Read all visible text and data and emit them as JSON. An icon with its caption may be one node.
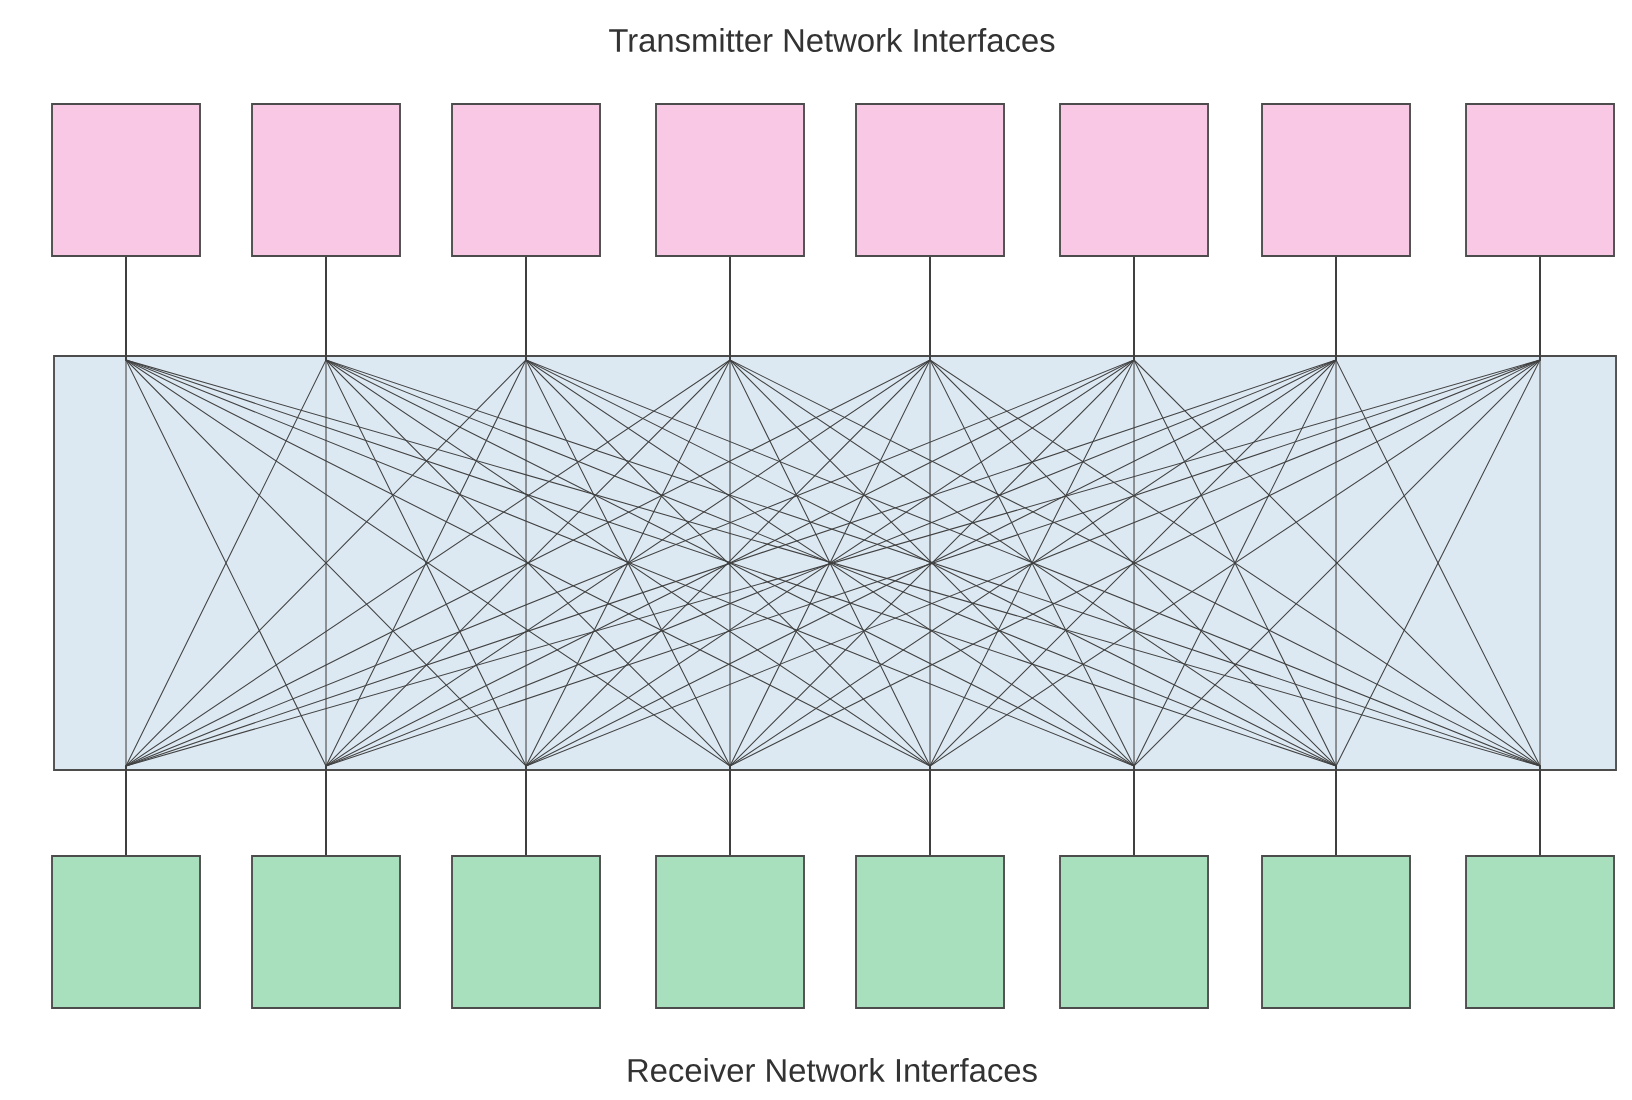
{
  "diagram": {
    "nodes": [
      {
        "text": [],
        "shape": "box"
      },
      {
        "text": [],
        "shape": "box"
      },
      {
        "text": [],
        "shape": "box"
      },
      {
        "text": [],
        "shape": "box"
      },
      {
        "text": [],
        "shape": "box"
      },
      {
        "text": [],
        "shape": "box"
      },
      {
        "text": [],
        "shape": "box"
      },
      {
        "text": [],
        "shape": "box"
      },
      {
        "text": [],
        "shape": "box"
      },
      {
        "text": [],
        "shape": "box"
      },
      {
        "text": [],
        "shape": "box"
      },
      {
        "text": [],
        "shape": "box"
      },
      {
        "text": [],
        "shape": "box"
      },
      {
        "text": [],
        "shape": "box"
      },
      {
        "text": [],
        "shape": "box"
      },
      {
        "text": [],
        "shape": "box"
      }
    ],
    "edges": [
      {
        "from": 0,
        "to": 8,
        "arrow": "none"
      },
      {
        "from": 0,
        "to": 9,
        "arrow": "none"
      },
      {
        "from": 0,
        "to": 10,
        "arrow": "none"
      },
      {
        "from": 0,
        "to": 11,
        "arrow": "none"
      },
      {
        "from": 0,
        "to": 12,
        "arrow": "none"
      },
      {
        "from": 0,
        "to": 13,
        "arrow": "none"
      },
      {
        "from": 0,
        "to": 14,
        "arrow": "none"
      },
      {
        "from": 0,
        "to": 15,
        "arrow": "none"
      },
      {
        "from": 1,
        "to": 8,
        "arrow": "none"
      },
      {
        "from": 1,
        "to": 9,
        "arrow": "none"
      },
      {
        "from": 1,
        "to": 10,
        "arrow": "none"
      },
      {
        "from": 1,
        "to": 11,
        "arrow": "none"
      },
      {
        "from": 1,
        "to": 12,
        "arrow": "none"
      },
      {
        "from": 1,
        "to": 13,
        "arrow": "none"
      },
      {
        "from": 1,
        "to": 14,
        "arrow": "none"
      },
      {
        "from": 1,
        "to": 15,
        "arrow": "none"
      },
      {
        "from": 2,
        "to": 8,
        "arrow": "none"
      },
      {
        "from": 2,
        "to": 9,
        "arrow": "none"
      },
      {
        "from": 2,
        "to": 10,
        "arrow": "none"
      },
      {
        "from": 2,
        "to": 11,
        "arrow": "none"
      },
      {
        "from": 2,
        "to": 12,
        "arrow": "none"
      },
      {
        "from": 2,
        "to": 13,
        "arrow": "none"
      },
      {
        "from": 2,
        "to": 14,
        "arrow": "none"
      },
      {
        "from": 2,
        "to": 15,
        "arrow": "none"
      },
      {
        "from": 3,
        "to": 8,
        "arrow": "none"
      },
      {
        "from": 3,
        "to": 9,
        "arrow": "none"
      },
      {
        "from": 3,
        "to": 10,
        "arrow": "none"
      },
      {
        "from": 3,
        "to": 11,
        "arrow": "none"
      },
      {
        "from": 3,
        "to": 12,
        "arrow": "none"
      },
      {
        "from": 3,
        "to": 13,
        "arrow": "none"
      },
      {
        "from": 3,
        "to": 14,
        "arrow": "none"
      },
      {
        "from": 3,
        "to": 15,
        "arrow": "none"
      },
      {
        "from": 4,
        "to": 8,
        "arrow": "none"
      },
      {
        "from": 4,
        "to": 9,
        "arrow": "none"
      },
      {
        "from": 4,
        "to": 10,
        "arrow": "none"
      },
      {
        "from": 4,
        "to": 11,
        "arrow": "none"
      },
      {
        "from": 4,
        "to": 12,
        "arrow": "none"
      },
      {
        "from": 4,
        "to": 13,
        "arrow": "none"
      },
      {
        "from": 4,
        "to": 14,
        "arrow": "none"
      },
      {
        "from": 4,
        "to": 15,
        "arrow": "none"
      },
      {
        "from": 5,
        "to": 8,
        "arrow": "none"
      },
      {
        "from": 5,
        "to": 9,
        "arrow": "none"
      },
      {
        "from": 5,
        "to": 10,
        "arrow": "none"
      },
      {
        "from": 5,
        "to": 11,
        "arrow": "none"
      },
      {
        "from": 5,
        "to": 12,
        "arrow": "none"
      },
      {
        "from": 5,
        "to": 13,
        "arrow": "none"
      },
      {
        "from": 5,
        "to": 14,
        "arrow": "none"
      },
      {
        "from": 5,
        "to": 15,
        "arrow": "none"
      },
      {
        "from": 6,
        "to": 8,
        "arrow": "none"
      },
      {
        "from": 6,
        "to": 9,
        "arrow": "none"
      },
      {
        "from": 6,
        "to": 10,
        "arrow": "none"
      },
      {
        "from": 6,
        "to": 11,
        "arrow": "none"
      },
      {
        "from": 6,
        "to": 12,
        "arrow": "none"
      },
      {
        "from": 6,
        "to": 13,
        "arrow": "none"
      },
      {
        "from": 6,
        "to": 14,
        "arrow": "none"
      },
      {
        "from": 6,
        "to": 15,
        "arrow": "none"
      },
      {
        "from": 7,
        "to": 8,
        "arrow": "none"
      },
      {
        "from": 7,
        "to": 9,
        "arrow": "none"
      },
      {
        "from": 7,
        "to": 10,
        "arrow": "none"
      },
      {
        "from": 7,
        "to": 11,
        "arrow": "none"
      },
      {
        "from": 7,
        "to": 12,
        "arrow": "none"
      },
      {
        "from": 7,
        "to": 13,
        "arrow": "none"
      },
      {
        "from": 7,
        "to": 14,
        "arrow": "none"
      },
      {
        "from": 7,
        "to": 15,
        "arrow": "none"
      }
    ],
    "labels": [
      "Transmitter Network Interfaces",
      "Receiver Network Interfaces"
    ]
  }
}
